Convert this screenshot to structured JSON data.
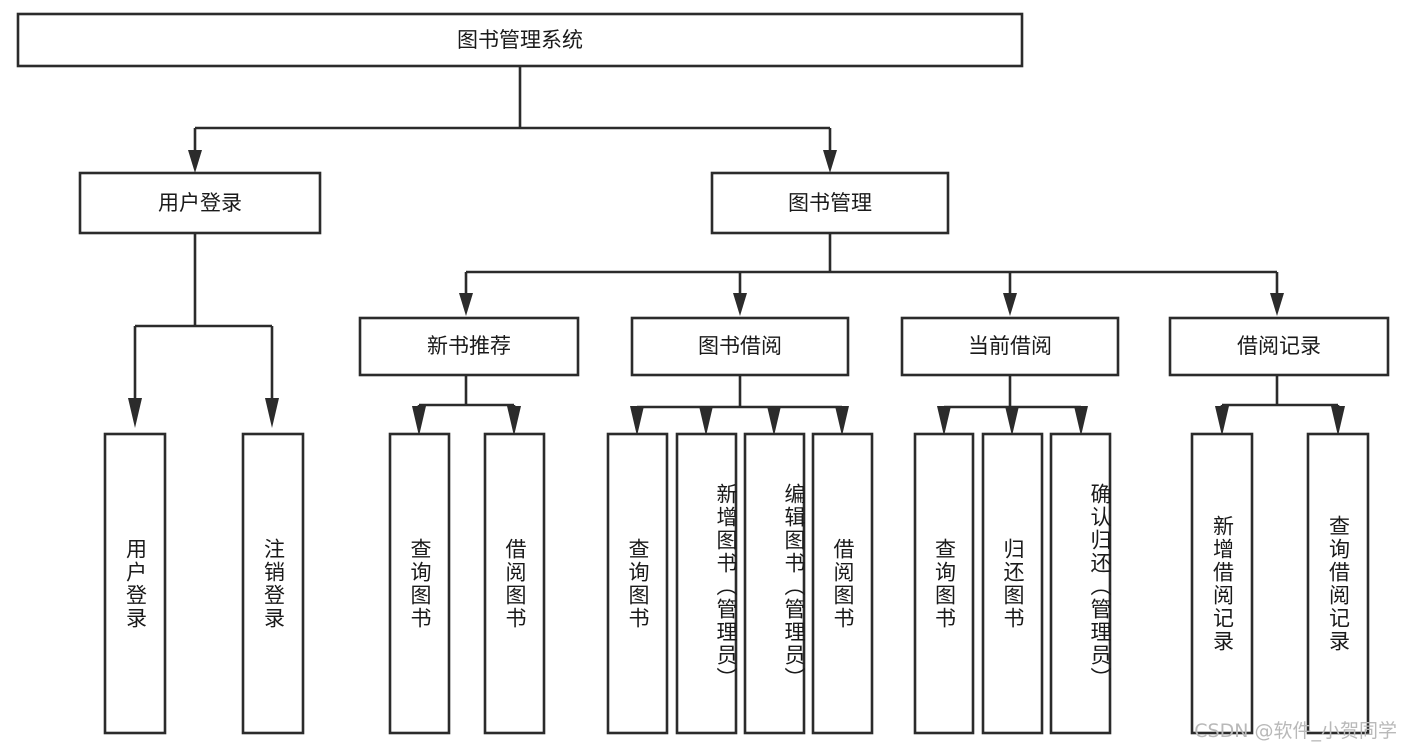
{
  "diagram": {
    "type": "tree",
    "title": "图书管理系统",
    "watermark": "CSDN @软件_小贺同学",
    "root": {
      "id": "root",
      "label": "图书管理系统",
      "orientation": "horizontal"
    },
    "level2": [
      {
        "id": "user-login",
        "label": "用户登录",
        "orientation": "horizontal"
      },
      {
        "id": "book-manage",
        "label": "图书管理",
        "orientation": "horizontal"
      }
    ],
    "level3": [
      {
        "id": "new-book-rec",
        "label": "新书推荐",
        "parent": "book-manage",
        "orientation": "horizontal"
      },
      {
        "id": "book-borrow",
        "label": "图书借阅",
        "parent": "book-manage",
        "orientation": "horizontal"
      },
      {
        "id": "current-borrow",
        "label": "当前借阅",
        "parent": "book-manage",
        "orientation": "horizontal"
      },
      {
        "id": "borrow-record",
        "label": "借阅记录",
        "parent": "book-manage",
        "orientation": "horizontal"
      }
    ],
    "leaves": [
      {
        "id": "leaf-user-login",
        "label": "用户登录",
        "parent": "user-login",
        "orientation": "vertical"
      },
      {
        "id": "leaf-user-logout",
        "label": "注销登录",
        "parent": "user-login",
        "orientation": "vertical"
      },
      {
        "id": "leaf-query-book-1",
        "label": "查询图书",
        "parent": "new-book-rec",
        "orientation": "vertical"
      },
      {
        "id": "leaf-borrow-book-1",
        "label": "借阅图书",
        "parent": "new-book-rec",
        "orientation": "vertical"
      },
      {
        "id": "leaf-query-book-2",
        "label": "查询图书",
        "parent": "book-borrow",
        "orientation": "vertical"
      },
      {
        "id": "leaf-add-book",
        "label": "新增图书（管理员）",
        "parent": "book-borrow",
        "orientation": "vertical"
      },
      {
        "id": "leaf-edit-book",
        "label": "编辑图书（管理员）",
        "parent": "book-borrow",
        "orientation": "vertical"
      },
      {
        "id": "leaf-borrow-book-2",
        "label": "借阅图书",
        "parent": "book-borrow",
        "orientation": "vertical"
      },
      {
        "id": "leaf-query-book-3",
        "label": "查询图书",
        "parent": "current-borrow",
        "orientation": "vertical"
      },
      {
        "id": "leaf-return-book",
        "label": "归还图书",
        "parent": "current-borrow",
        "orientation": "vertical"
      },
      {
        "id": "leaf-confirm-return",
        "label": "确认归还（管理员）",
        "parent": "current-borrow",
        "orientation": "vertical"
      },
      {
        "id": "leaf-add-record",
        "label": "新增借阅记录",
        "parent": "borrow-record",
        "orientation": "vertical"
      },
      {
        "id": "leaf-query-record",
        "label": "查询借阅记录",
        "parent": "borrow-record",
        "orientation": "vertical"
      }
    ],
    "colors": {
      "box_fill": "#ffffff",
      "box_stroke": "#2b2b2b",
      "text": "#1a1a1a",
      "watermark": "#b9b9b9",
      "background": "#ffffff"
    }
  }
}
